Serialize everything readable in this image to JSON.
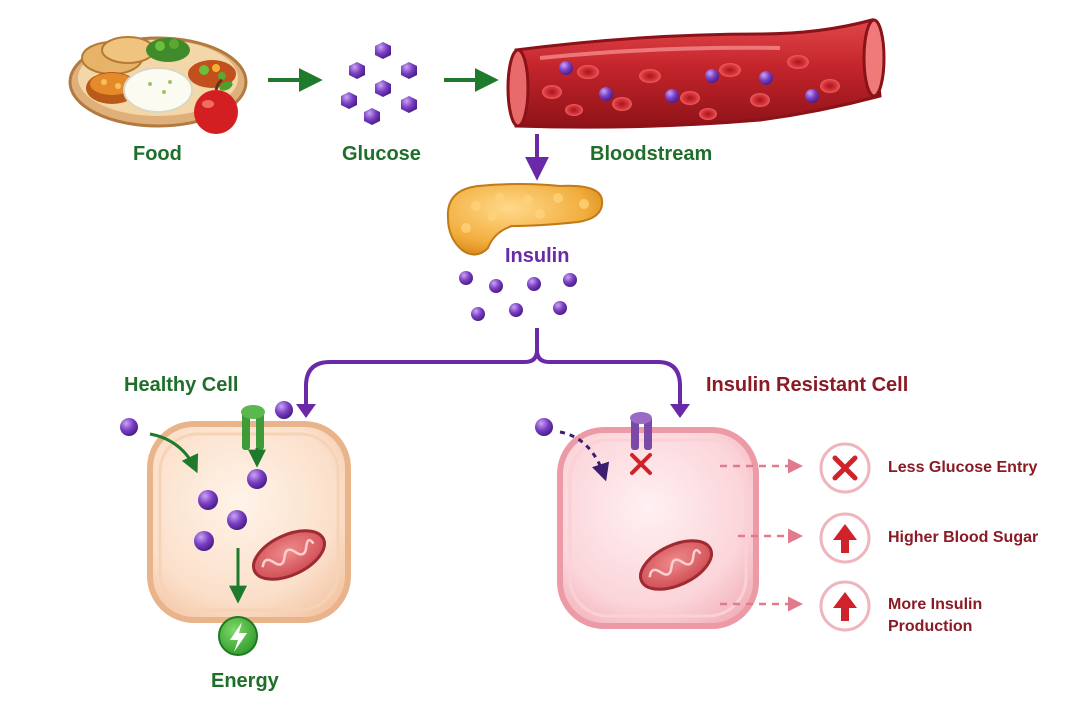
{
  "labels": {
    "food": "Food",
    "glucose": "Glucose",
    "bloodstream": "Bloodstream",
    "insulin": "Insulin",
    "healthy_cell": "Healthy Cell",
    "resistant_cell": "Insulin Resistant Cell",
    "energy": "Energy"
  },
  "effects": [
    {
      "icon": "x-icon",
      "label_lines": [
        "Less Glucose Entry"
      ]
    },
    {
      "icon": "arrow-up-icon",
      "label_lines": [
        "Higher Blood Sugar"
      ]
    },
    {
      "icon": "arrow-up-icon",
      "label_lines": [
        "More Insulin",
        "Production"
      ]
    }
  ],
  "colors": {
    "green": "#1f6f2a",
    "purple": "#6a2aa8",
    "maroon": "#8a1a24",
    "alert_red": "#d0222a",
    "dashed_pink": "#e27a8e",
    "molecule": "#7b3fc4",
    "healthy_cell_fill": "#fbe3cf",
    "resistant_cell_fill": "#fbd6da",
    "blood_red": "#b81d24",
    "energy_green": "#3fae3a"
  }
}
